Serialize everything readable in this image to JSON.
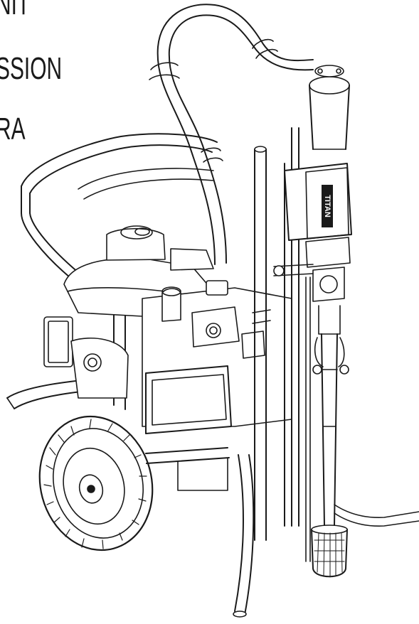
{
  "heading": {
    "lines": [
      "NIT",
      "SSION",
      "RA"
    ]
  },
  "illustration": {
    "brand_label": "TITAN",
    "stroke_color": "#1a1a1a",
    "fill_color": "#ffffff"
  }
}
